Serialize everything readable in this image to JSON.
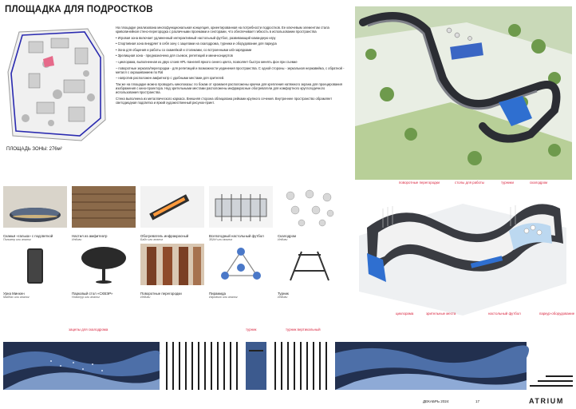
{
  "title": "ПЛОЩАДКА ДЛЯ ПОДРОСТКОВ",
  "area_label": "ПЛОЩАДЬ ЗОНЫ: 276м²",
  "paragraphs": [
    "На площадке реализована многофункциональная концепция, ориентированная на потребности подростков. Ее ключевым элементом стала криволинейная стено-перегородка с различными проемами и секторами, что обеспечивает гибкость в использовании пространства",
    "• Игровая зона включает удлиненный интерактивный настольный футбол, развивающий командную игру",
    "• Спортивная зона внедряет в себя зону с зацепами на скалодрома, турники и оборудование для паркура",
    "• Зона для общения и работы со скамейкой и столиками, со встроенными usb-зарядками",
    "• Зрелищная зона - предназначена для съемок, репетиций и мини-концертов",
    "– циклорама, выполненная из двух слоев HPL-панелей яркого синего цвета, позволяет быстро менять фон при съемке",
    "– поворотные зеркала/перегородки - для репетиций и возможности уединения пространства. С одной стороны - зеркальная нержавейка, с обратной - металл с окрашиванием по Ral",
    "– напротив расположен амфитеатр с удобными местами для зрителей.",
    "Так же на площадке можно проводить кинопоказы: по бокам от хромакея расположены крючки для крепления натяжного экрана для проецирования изображения с кино-проектора. Над зрительными местами расположены инфракрасные обогреватели для комфортного круглогодичного использования пространства.",
    "Стена выполнена из металлического каркаса. Внешняя сторона облицована рейками крупного сечения. Внутреннее пространство обрамляет светодиодная подсветка и яркий художественный рисунок-принт."
  ],
  "cards": [
    {
      "caption": "Скамья «галька» с подсветкой",
      "sub": "Полимер или аналог"
    },
    {
      "caption": "Настил из амфитеатр",
      "sub": "Индиви"
    },
    {
      "caption": "Обогреватель инфракрасный",
      "sub": "Байо или аналог"
    },
    {
      "caption": "Всепогодный настольный футбол",
      "sub": "ЗБАН или аналог"
    },
    {
      "caption": "Скалодром",
      "sub": "Индиви"
    },
    {
      "caption": "Урна Минхен",
      "sub": "Майбах или аналог"
    },
    {
      "caption": "Парковый стол «СХВЭР»",
      "sub": "Новотур или аналог"
    },
    {
      "caption": "Поворотные перегородки",
      "sub": "Индиви"
    },
    {
      "caption": "Пирамида",
      "sub": "Игрового или аналог"
    },
    {
      "caption": "Турник",
      "sub": "Индиви"
    }
  ],
  "iso_callouts": {
    "top": [
      "поворотные перегородки",
      "столы для работы",
      "турники",
      "скалодром"
    ],
    "bottom": [
      "циклорама",
      "зрительные места",
      "настольный футбол",
      "паркур-оборудование"
    ]
  },
  "strip_callouts": [
    "зацепы для скалодрома",
    "турник",
    "турник вертикальный"
  ],
  "footer": {
    "date": "ДЕКАБРЬ 2024",
    "page": "17",
    "logo": "ATRIUM"
  },
  "colors": {
    "accent_red": "#d9253f",
    "blue": "#2f6fd0",
    "dark": "#2b2d33",
    "grass": "#9cc36a"
  }
}
